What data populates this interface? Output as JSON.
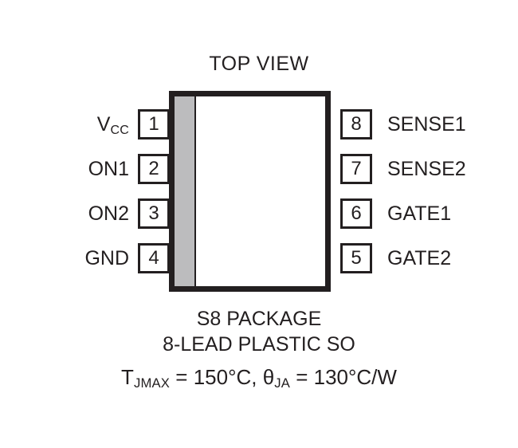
{
  "diagram": {
    "title": "TOP VIEW",
    "package": {
      "body_fill": "#ffffff",
      "border_color": "#231f20",
      "pin1_stripe_color": "#bcbcbe"
    },
    "pins_left": [
      {
        "number": "1",
        "label_main": "V",
        "label_sub": "CC"
      },
      {
        "number": "2",
        "label_main": "ON1",
        "label_sub": ""
      },
      {
        "number": "3",
        "label_main": "ON2",
        "label_sub": ""
      },
      {
        "number": "4",
        "label_main": "GND",
        "label_sub": ""
      }
    ],
    "pins_right": [
      {
        "number": "8",
        "label_main": "SENSE1",
        "label_sub": ""
      },
      {
        "number": "7",
        "label_main": "SENSE2",
        "label_sub": ""
      },
      {
        "number": "6",
        "label_main": "GATE1",
        "label_sub": ""
      },
      {
        "number": "5",
        "label_main": "GATE2",
        "label_sub": ""
      }
    ],
    "caption": {
      "line1": "S8 PACKAGE",
      "line2": "8-LEAD PLASTIC SO",
      "thermal": {
        "tj_symbol": "T",
        "tj_sub": "JMAX",
        "tj_value": " = 150°C, ",
        "theta_symbol": "θ",
        "theta_sub": "JA",
        "theta_value": " = 130°C/W"
      }
    }
  }
}
